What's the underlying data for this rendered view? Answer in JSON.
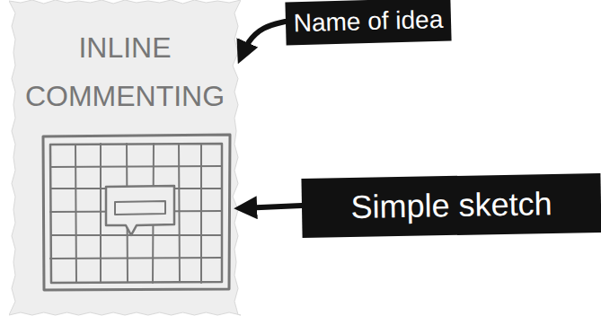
{
  "diagram": {
    "nodes": [
      {
        "text": [
          "INLINE COMMENTING"
        ]
      },
      {
        "text": [
          "Name of idea"
        ]
      },
      {
        "text": [
          "Simple sketch"
        ]
      }
    ],
    "edges": [
      {
        "from": 1,
        "to": 0,
        "arrow": "to"
      },
      {
        "from": 2,
        "to": 0,
        "arrow": "to"
      }
    ]
  }
}
